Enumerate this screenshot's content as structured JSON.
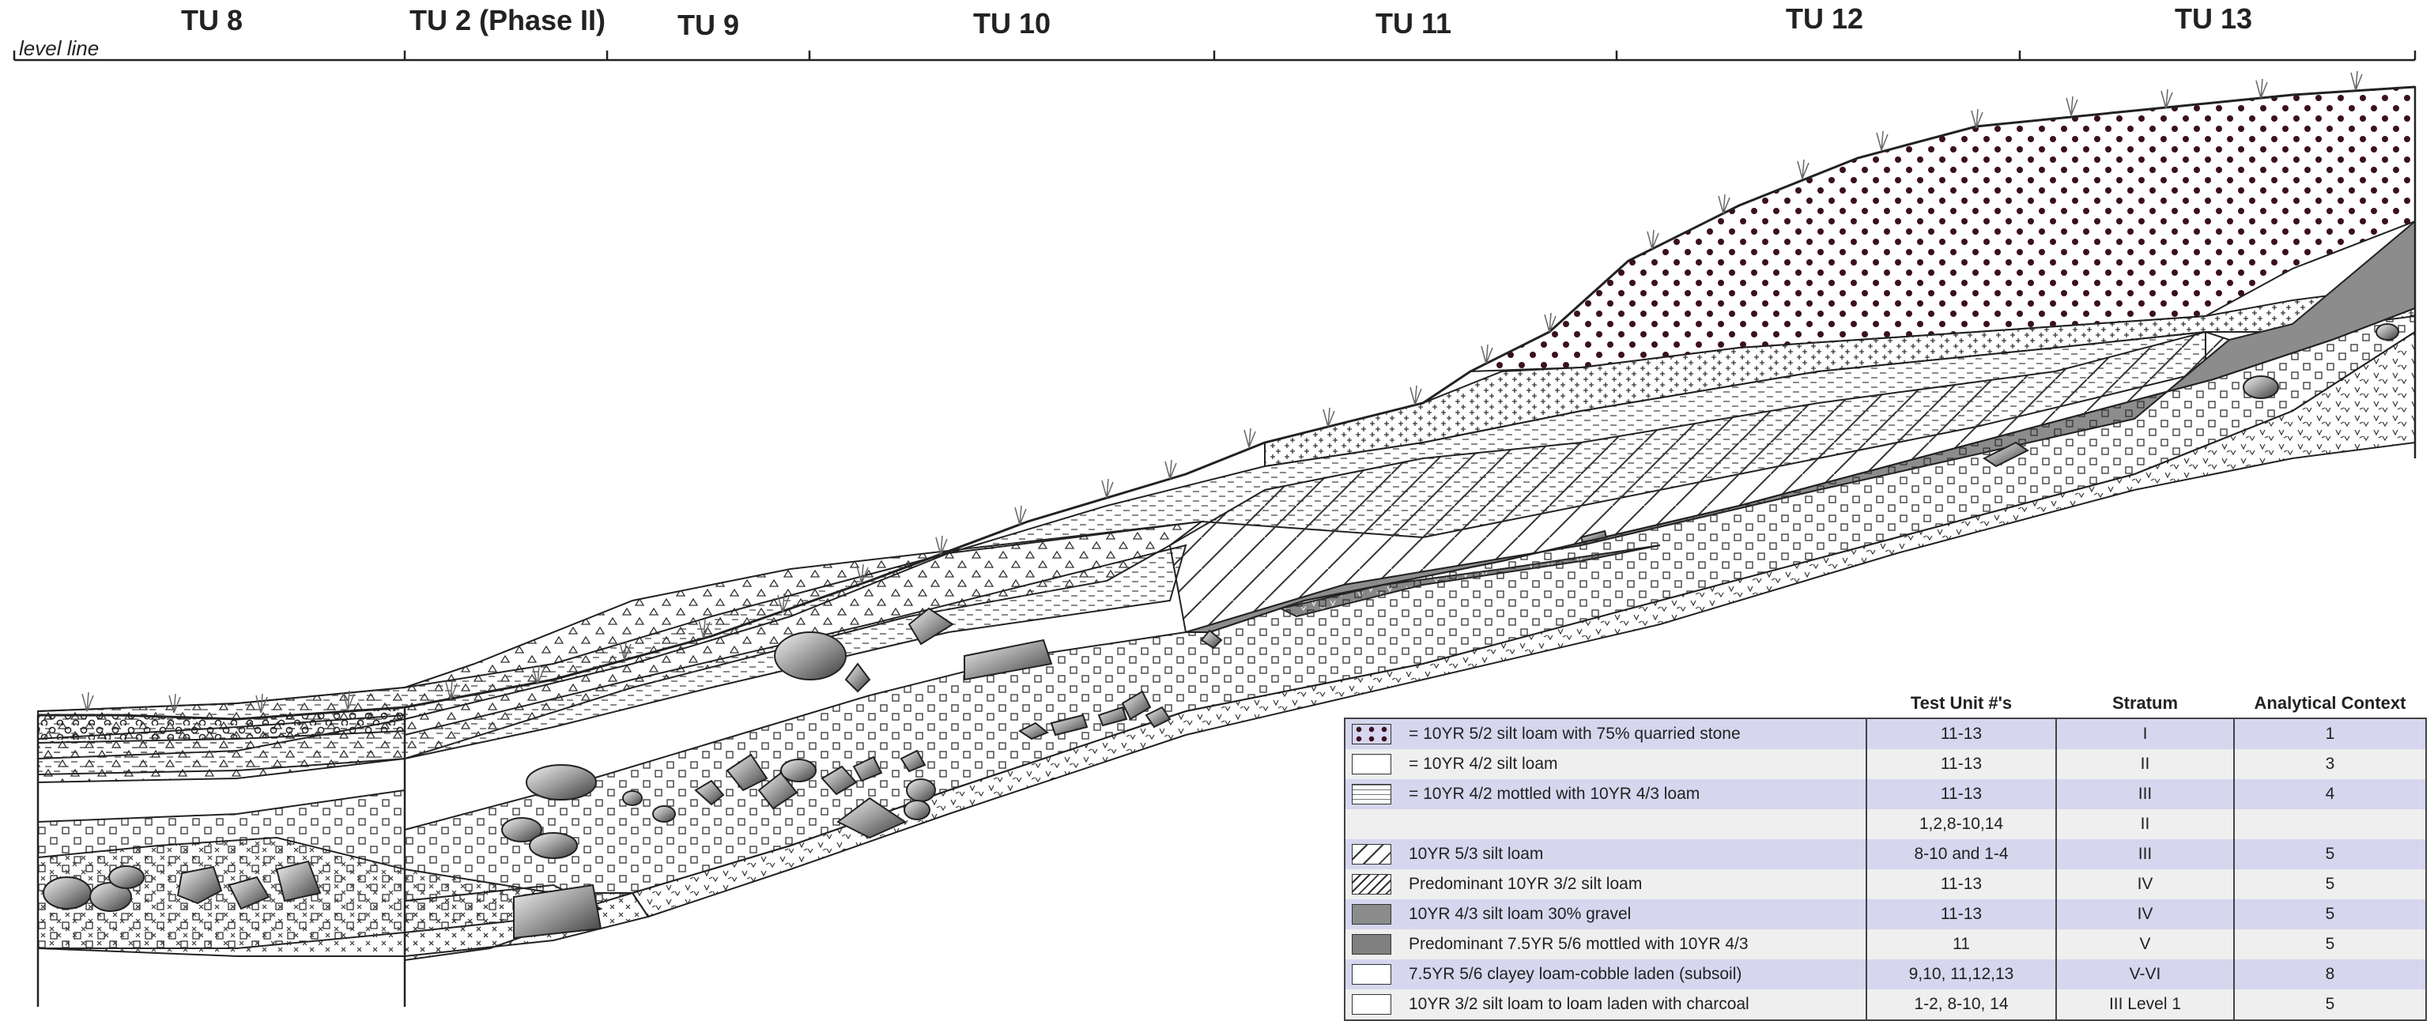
{
  "header": {
    "level_label": "level line",
    "units": [
      "TU 8",
      "TU 2 (Phase II)",
      "TU 9",
      "TU 10",
      "TU 11",
      "TU 12",
      "TU 13"
    ]
  },
  "legend": {
    "headers": {
      "units": "Test Unit #'s",
      "stratum": "Stratum",
      "context": "Analytical Context"
    },
    "rows": [
      {
        "symbol": "dots-icon",
        "desc": "= 10YR 5/2 silt loam with 75% quarried stone",
        "units": "11-13",
        "stratum": "I",
        "context": "1"
      },
      {
        "symbol": "plus-icon",
        "desc": "= 10YR 4/2 silt loam",
        "units": "11-13",
        "stratum": "II",
        "context": "3"
      },
      {
        "symbol": "dash-icon",
        "desc": "= 10YR 4/2 mottled with 10YR 4/3 loam",
        "units": "11-13",
        "stratum": "III",
        "context": "4"
      },
      {
        "symbol": "",
        "desc": "",
        "units": "1,2,8-10,14",
        "stratum": "II",
        "context": ""
      },
      {
        "symbol": "sparse-hatch-icon",
        "desc": "10YR 5/3 silt loam",
        "units": "8-10 and 1-4",
        "stratum": "III",
        "context": "5"
      },
      {
        "symbol": "diagonal-hatch-icon",
        "desc": "Predominant 10YR 3/2 silt loam",
        "units": "11-13",
        "stratum": "IV",
        "context": "5"
      },
      {
        "symbol": "gray-fill-icon",
        "desc": "10YR 4/3 silt loam 30% gravel",
        "units": "11-13",
        "stratum": "IV",
        "context": "5"
      },
      {
        "symbol": "dark-mottled-icon",
        "desc": "Predominant 7.5YR 5/6 mottled with 10YR 4/3",
        "units": "11",
        "stratum": "V",
        "context": "5"
      },
      {
        "symbol": "v-pattern-icon",
        "desc": "7.5YR 5/6 clayey loam-cobble laden (subsoil)",
        "units": "9,10, 11,12,13",
        "stratum": "V-VI",
        "context": "8"
      },
      {
        "symbol": "triangle-icon",
        "desc": "10YR 3/2 silt loam to loam laden with charcoal",
        "units": "1-2, 8-10, 14",
        "stratum": "III Level 1",
        "context": "5"
      }
    ]
  }
}
